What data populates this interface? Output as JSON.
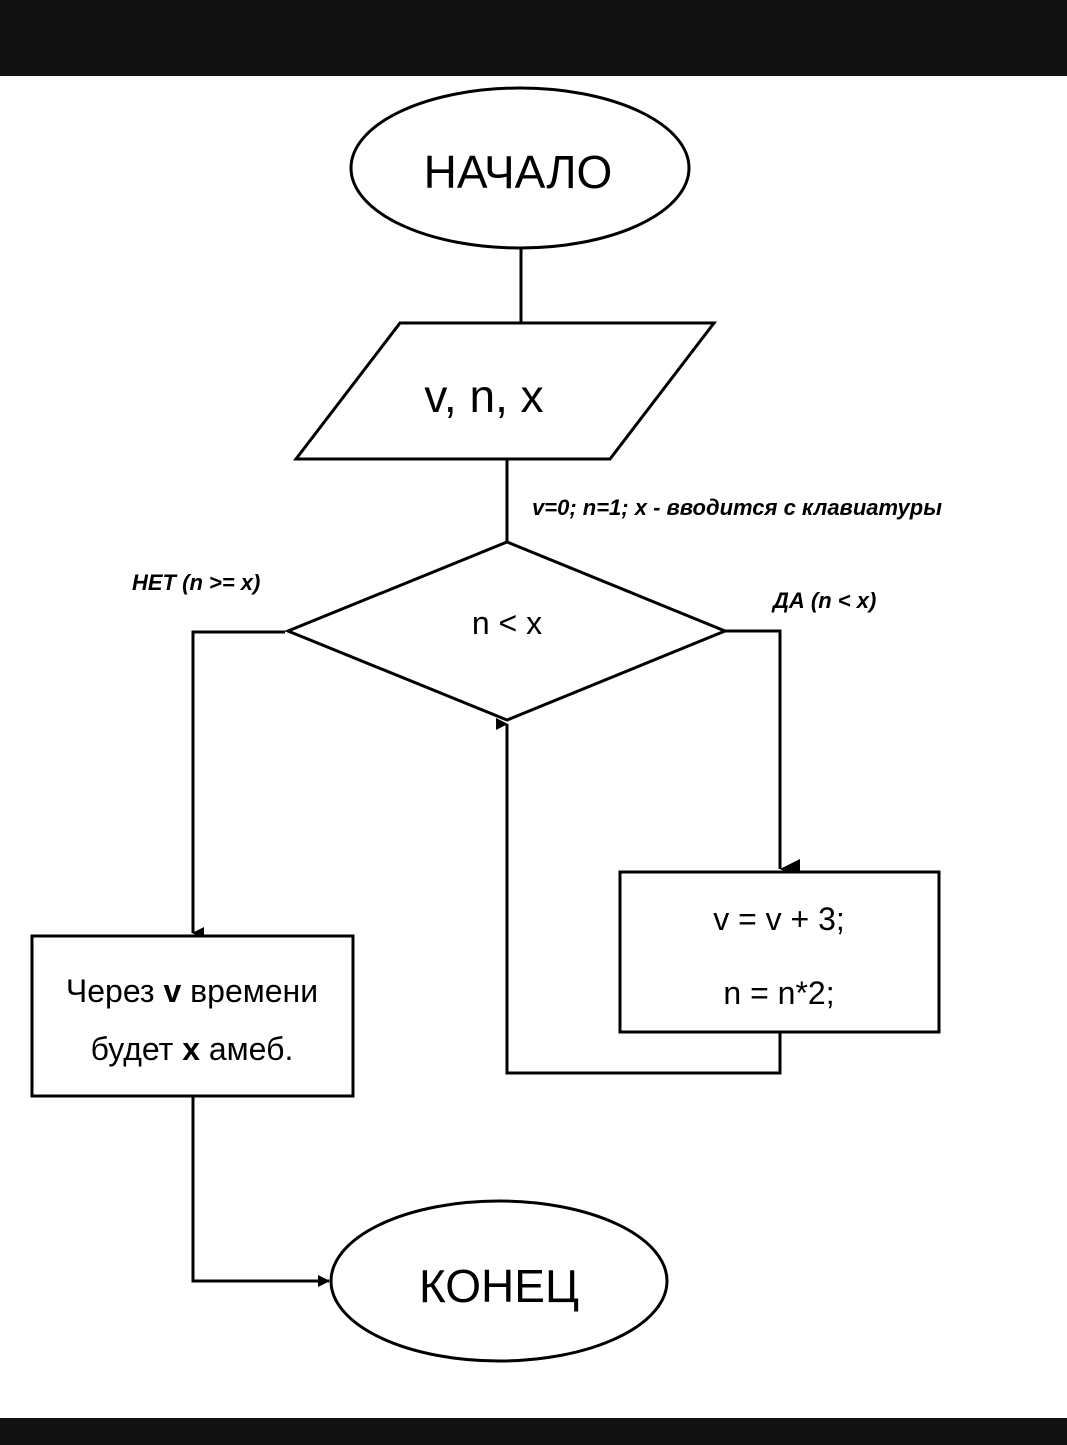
{
  "start": {
    "label": "НАЧАЛО"
  },
  "input": {
    "label": "v, n, x"
  },
  "init_note": "v=0; n=1; x - вводится с клавиатуры",
  "condition": {
    "label": "n < x",
    "no_label": "НЕТ (n >= x)",
    "yes_label": "ДА (n < x)"
  },
  "process": {
    "line1": "v = v + 3;",
    "line2": "n = n*2;"
  },
  "output": {
    "line1_before": "Через ",
    "line1_bold": "v",
    "line1_after": " времени",
    "line2_before": "будет ",
    "line2_bold": "x",
    "line2_after": " амеб."
  },
  "end": {
    "label": "КОНЕЦ"
  }
}
